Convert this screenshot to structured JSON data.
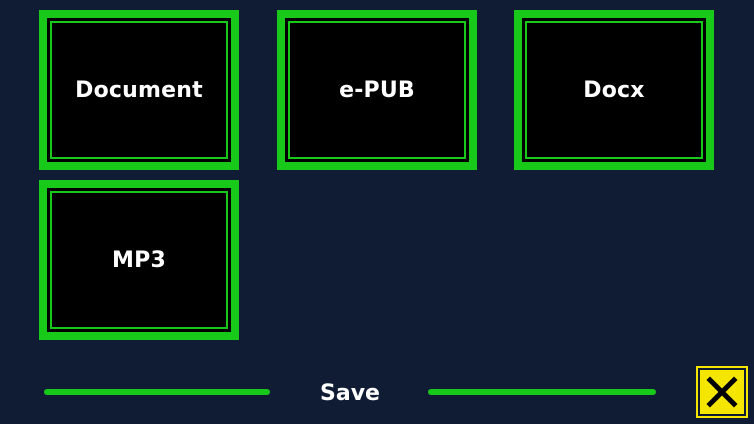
{
  "formats": [
    {
      "id": "document",
      "label": "Document"
    },
    {
      "id": "epub",
      "label": "e-PUB"
    },
    {
      "id": "docx",
      "label": "Docx"
    },
    {
      "id": "mp3",
      "label": "MP3"
    }
  ],
  "footer": {
    "save_label": "Save",
    "close_icon": "close-icon"
  },
  "colors": {
    "background": "#0f1c33",
    "accent": "#19c919",
    "tile_fill": "#000000",
    "close_button": "#f5e600",
    "text": "#ffffff"
  }
}
